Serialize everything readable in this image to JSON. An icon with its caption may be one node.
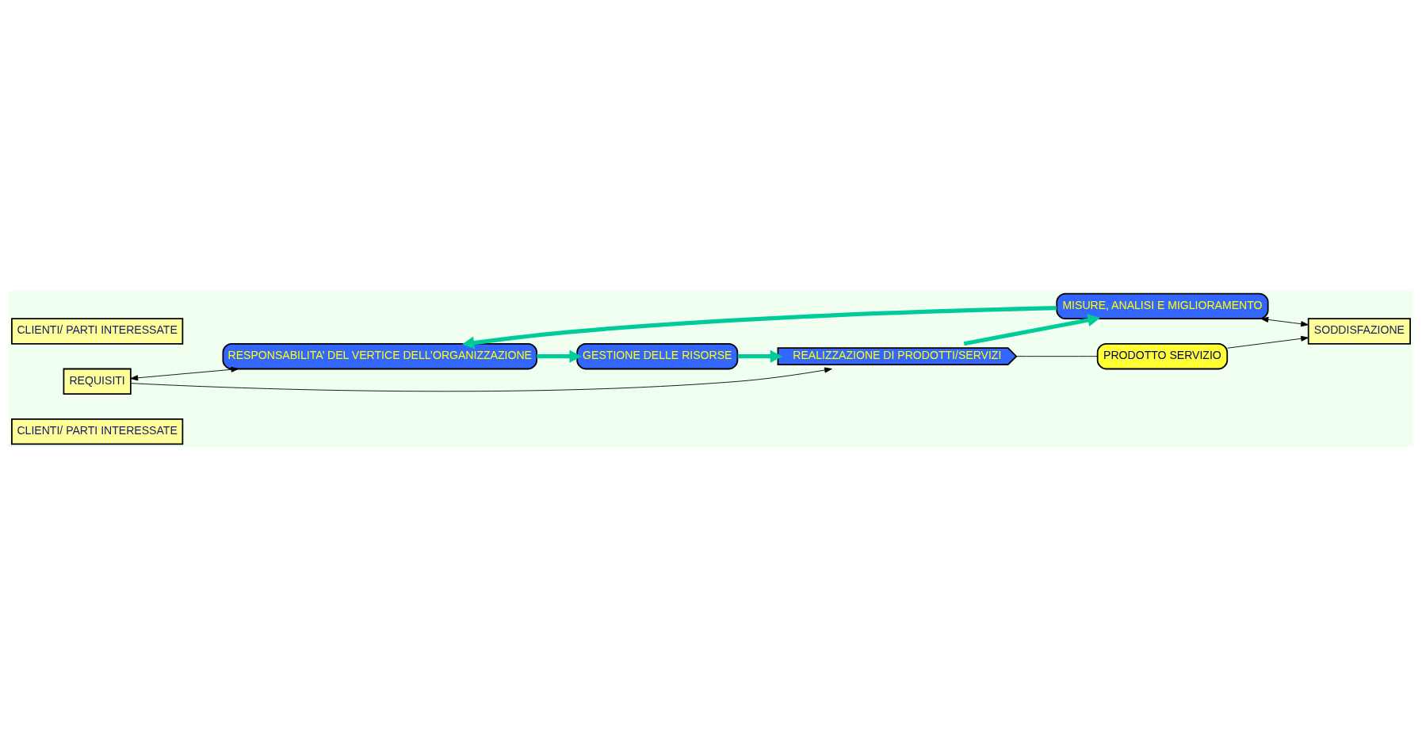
{
  "diagram": {
    "nodes": [
      {
        "text": [
          "CLIENTI/ PARTI INTERESSATE"
        ]
      },
      {
        "text": [
          "REQUISITI"
        ]
      },
      {
        "text": [
          "RESPONSABILITA’ DEL VERTICE DELL’ORGANIZZAZIONE"
        ]
      },
      {
        "text": [
          "GESTIONE DELLE RISORSE"
        ]
      },
      {
        "text": [
          "MISURE, ANALISI E MIGLIORAMENTO"
        ]
      },
      {
        "text": [
          "REALIZZAZIONE DI PRODOTTI/SERVIZI"
        ]
      },
      {
        "text": [
          "PRODOTTO SERVIZIO"
        ]
      },
      {
        "text": [
          "SODDISFAZIONE"
        ]
      },
      {
        "text": [
          "CLIENTI/ PARTI INTERESSATE"
        ]
      }
    ],
    "edges": [
      {
        "from": 1,
        "to": 2,
        "arrow": "both"
      },
      {
        "from": 2,
        "to": 3,
        "arrow": "to",
        "style": "thick",
        "color": "#00cc99"
      },
      {
        "from": 3,
        "to": 5,
        "arrow": "to",
        "style": "thick",
        "color": "#00cc99"
      },
      {
        "from": 5,
        "to": 4,
        "arrow": "to",
        "style": "thick",
        "color": "#00cc99"
      },
      {
        "from": 4,
        "to": 2,
        "arrow": "to",
        "style": "thick",
        "color": "#00cc99"
      },
      {
        "from": 1,
        "to": 5,
        "arrow": "to"
      },
      {
        "from": 5,
        "to": 6,
        "arrow": "none"
      },
      {
        "from": 6,
        "to": 7,
        "arrow": "to"
      },
      {
        "from": 4,
        "to": 7,
        "arrow": "both"
      }
    ]
  }
}
